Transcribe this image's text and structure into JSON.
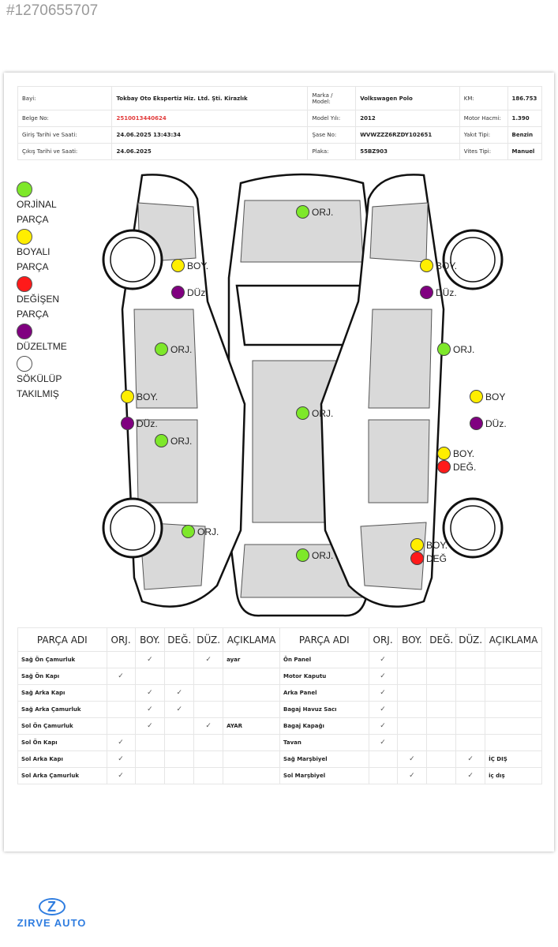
{
  "listing_id": "#1270655707",
  "info": {
    "rows": [
      [
        {
          "l": "Bayi:",
          "v": "Tokbay Oto Ekspertiz Hiz. Ltd. Şti. Kirazlık"
        },
        {
          "l": "Marka / Model:",
          "v": "Volkswagen Polo"
        },
        {
          "l": "KM:",
          "v": "186.753"
        }
      ],
      [
        {
          "l": "Belge No:",
          "v": "2510013440624"
        },
        {
          "l": "Model Yılı:",
          "v": "2012"
        },
        {
          "l": "Motor Hacmi:",
          "v": "1.390"
        }
      ],
      [
        {
          "l": "Giriş Tarihi ve Saati:",
          "v": "24.06.2025 13:43:34"
        },
        {
          "l": "Şase No:",
          "v": "WVWZZZ6RZDY102651"
        },
        {
          "l": "Yakıt Tipi:",
          "v": "Benzin"
        }
      ],
      [
        {
          "l": "Çıkış Tarihi ve Saati:",
          "v": "24.06.2025"
        },
        {
          "l": "Plaka:",
          "v": "55BZ903"
        },
        {
          "l": "Vites Tipi:",
          "v": "Manuel"
        }
      ]
    ]
  },
  "legend": [
    {
      "label": "ORJİNAL PARÇA",
      "color": "#7ee82a"
    },
    {
      "label": "BOYALI PARÇA",
      "color": "#ffee00"
    },
    {
      "label": "DEĞİŞEN PARÇA",
      "color": "#ff1a1a"
    },
    {
      "label": "DÜZELTME",
      "color": "#800080"
    },
    {
      "label": "SÖKÜLÜP TAKILMIŞ",
      "color": "#ffffff"
    }
  ],
  "markers": {
    "hood": "ORJ.",
    "lf_fender_boy": "BOY.",
    "lf_fender_duz": "DÜz.",
    "lf_door": "ORJ.",
    "l_sill_boy": "BOY.",
    "l_sill_duz": "DÜz.",
    "lr_door": "ORJ.",
    "lr_fender": "ORJ.",
    "roof": "ORJ.",
    "trunk": "ORJ.",
    "rf_fender_boy": "BOY.",
    "rf_fender_duz": "DÜz.",
    "rf_door": "ORJ.",
    "r_sill_boy": "BOY",
    "r_sill_duz": "DÜz.",
    "rr_door_boy": "BOY.",
    "rr_door_deg": "DEĞ.",
    "rr_fender_boy": "BOY.",
    "rr_fender_deg": "DEĞ"
  },
  "parts": {
    "headers": [
      "PARÇA ADI",
      "ORJ.",
      "BOY.",
      "DEĞ.",
      "DÜZ.",
      "AÇIKLAMA"
    ],
    "check": "✓",
    "left": [
      {
        "name": "Sağ Ön Çamurluk",
        "orj": "",
        "boy": "✓",
        "deg": "",
        "duz": "✓",
        "note": "ayar"
      },
      {
        "name": "Sağ Ön Kapı",
        "orj": "✓",
        "boy": "",
        "deg": "",
        "duz": "",
        "note": ""
      },
      {
        "name": "Sağ Arka Kapı",
        "orj": "",
        "boy": "✓",
        "deg": "✓",
        "duz": "",
        "note": ""
      },
      {
        "name": "Sağ Arka Çamurluk",
        "orj": "",
        "boy": "✓",
        "deg": "✓",
        "duz": "",
        "note": ""
      },
      {
        "name": "Sol Ön Çamurluk",
        "orj": "",
        "boy": "✓",
        "deg": "",
        "duz": "✓",
        "note": "AYAR"
      },
      {
        "name": "Sol Ön Kapı",
        "orj": "✓",
        "boy": "",
        "deg": "",
        "duz": "",
        "note": ""
      },
      {
        "name": "Sol Arka Kapı",
        "orj": "✓",
        "boy": "",
        "deg": "",
        "duz": "",
        "note": ""
      },
      {
        "name": "Sol Arka Çamurluk",
        "orj": "✓",
        "boy": "",
        "deg": "",
        "duz": "",
        "note": ""
      }
    ],
    "right": [
      {
        "name": "Ön Panel",
        "orj": "✓",
        "boy": "",
        "deg": "",
        "duz": "",
        "note": ""
      },
      {
        "name": "Motor Kaputu",
        "orj": "✓",
        "boy": "",
        "deg": "",
        "duz": "",
        "note": ""
      },
      {
        "name": "Arka Panel",
        "orj": "✓",
        "boy": "",
        "deg": "",
        "duz": "",
        "note": ""
      },
      {
        "name": "Bagaj Havuz Sacı",
        "orj": "✓",
        "boy": "",
        "deg": "",
        "duz": "",
        "note": ""
      },
      {
        "name": "Bagaj Kapağı",
        "orj": "✓",
        "boy": "",
        "deg": "",
        "duz": "",
        "note": ""
      },
      {
        "name": "Tavan",
        "orj": "✓",
        "boy": "",
        "deg": "",
        "duz": "",
        "note": ""
      },
      {
        "name": "Sağ Marşbiyel",
        "orj": "",
        "boy": "✓",
        "deg": "",
        "duz": "✓",
        "note": "İÇ DIŞ"
      },
      {
        "name": "Sol Marşbiyel",
        "orj": "",
        "boy": "✓",
        "deg": "",
        "duz": "✓",
        "note": "iç dış"
      }
    ]
  },
  "logo": {
    "mark": "Z",
    "name": "ZIRVE AUTO"
  }
}
